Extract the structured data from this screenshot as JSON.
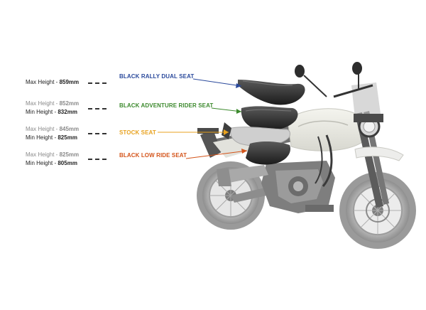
{
  "seats": [
    {
      "name": "BLACK RALLY DUAL SEAT",
      "color": "#2b4a9c",
      "max_label": "Max Height - ",
      "max_value": "859mm",
      "min_label": "",
      "min_value": ""
    },
    {
      "name": "BLACK ADVENTURE RIDER SEAT",
      "color": "#3d8a2e",
      "max_label": "Max Height - ",
      "max_value": "852mm",
      "min_label": "Min Height - ",
      "min_value": "832mm"
    },
    {
      "name": "STOCK SEAT",
      "color": "#e8a21f",
      "max_label": "Max Height - ",
      "max_value": "845mm",
      "min_label": "Min Height - ",
      "min_value": "825mm"
    },
    {
      "name": "BLACK LOW RIDE SEAT",
      "color": "#d4541a",
      "max_label": "Max Height - ",
      "max_value": "825mm",
      "min_label": "Min Height - ",
      "min_value": "805mm"
    }
  ]
}
